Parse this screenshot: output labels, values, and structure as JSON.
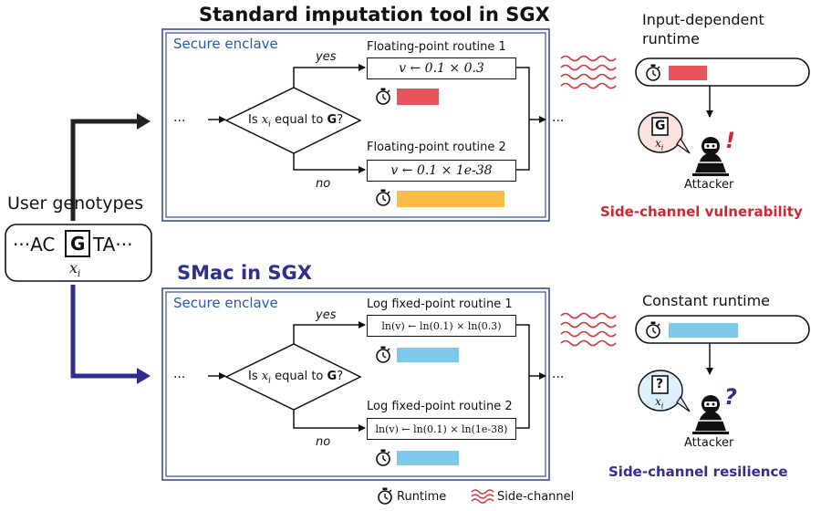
{
  "user_label": "User genotypes",
  "genotype": {
    "left": "AC",
    "highlight": "G",
    "right": "TA",
    "variable": "x",
    "subscript": "i"
  },
  "top": {
    "title": "Standard imputation tool in SGX",
    "enclave_label": "Secure enclave",
    "question_prefix": "Is",
    "question_suffix": "equal to",
    "question_bold": "G",
    "question_mark": "?",
    "yes": "yes",
    "no": "no",
    "routine1_title": "Floating-point routine 1",
    "routine1_formula": "v ← 0.1 × 0.3",
    "routine2_title": "Floating-point routine 2",
    "routine2_formula": "v ← 0.1 × 1e-38",
    "runtime_panel_title": "Input-dependent\nruntime",
    "attacker_label": "Attacker",
    "bubble_letter": "G",
    "bubble_var": "x",
    "bubble_sub": "i",
    "exclaim": "!",
    "verdict": "Side-channel vulnerability"
  },
  "bottom": {
    "title": "SMac in SGX",
    "enclave_label": "Secure enclave",
    "question_prefix": "Is",
    "question_suffix": "equal to",
    "question_bold": "G",
    "question_mark": "?",
    "yes": "yes",
    "no": "no",
    "routine1_title": "Log fixed-point routine 1",
    "routine1_formula": "ln(v) ← ln(0.1) × ln(0.3)",
    "routine2_title": "Log fixed-point routine 2",
    "routine2_formula": "ln(v) ← ln(0.1) × ln(1e-38)",
    "runtime_panel_title": "Constant runtime",
    "attacker_label": "Attacker",
    "bubble_letter": "?",
    "bubble_var": "x",
    "bubble_sub": "i",
    "question_glyph": "?",
    "verdict": "Side-channel resilience"
  },
  "legend": {
    "runtime": "Runtime",
    "sidechannel": "Side-channel"
  },
  "ellipsis": "···",
  "colors": {
    "red_bar": "#e9535b",
    "yellow_bar": "#f7bd47",
    "blue_bar": "#7cc9ea",
    "enclave_border": "#3a4aa0",
    "smac_blue": "#2e2f8e",
    "vuln_red": "#d22630",
    "wave_red": "#e0303a",
    "bubble_red": "#fde1df",
    "bubble_blue": "#dceffa",
    "arrow_blue": "#2e2f8e"
  }
}
